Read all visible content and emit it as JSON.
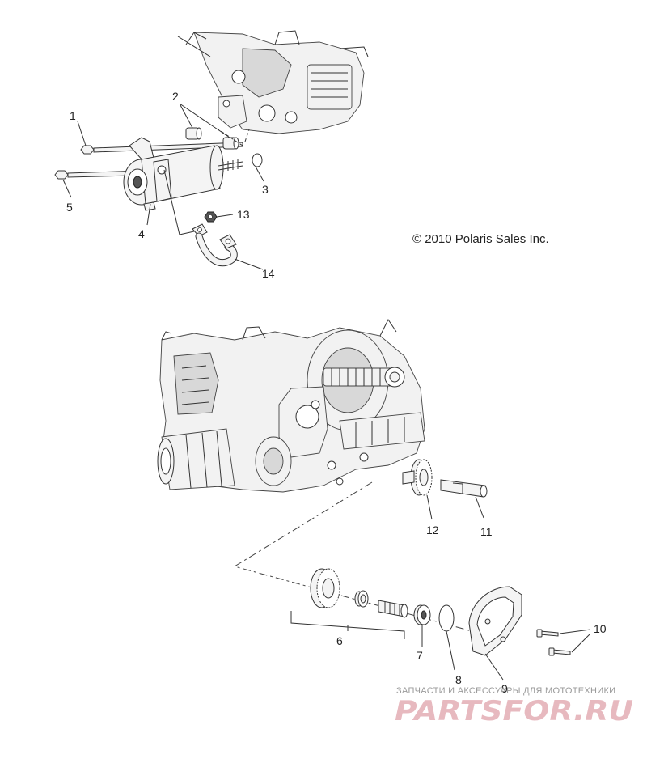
{
  "copyright": "© 2010 Polaris Sales Inc.",
  "callouts": {
    "c1": "1",
    "c2": "2",
    "c3": "3",
    "c4": "4",
    "c5": "5",
    "c6": "6",
    "c7": "7",
    "c8": "8",
    "c9": "9",
    "c10": "10",
    "c11": "11",
    "c12": "12",
    "c13": "13",
    "c14": "14"
  },
  "watermark": {
    "tagline": "ЗАПЧАСТИ И АКСЕССУАРЫ ДЛЯ МОТОТЕХНИКИ",
    "brand": "PARTSFOR.RU"
  }
}
